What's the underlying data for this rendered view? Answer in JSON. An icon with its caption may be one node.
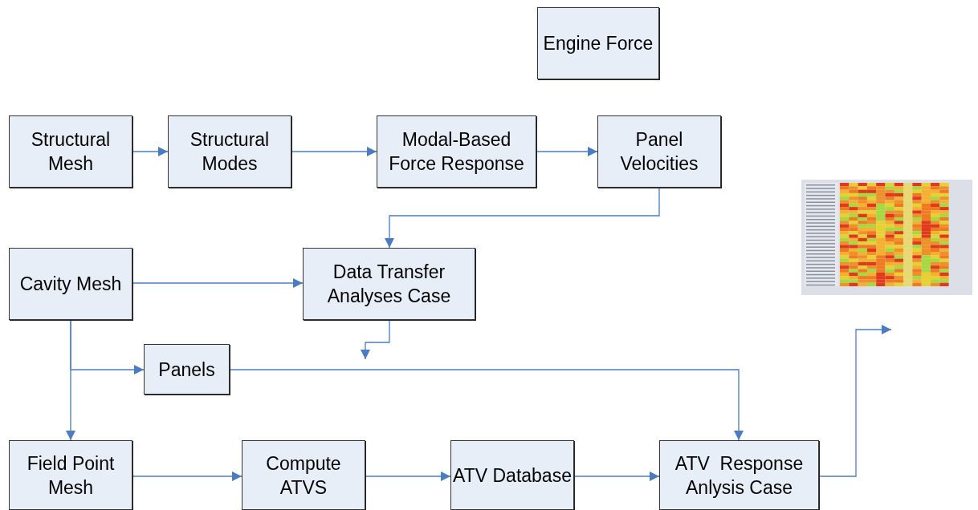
{
  "diagram": {
    "nodes": [
      {
        "text": [
          "Engine Force"
        ]
      },
      {
        "text": [
          "Structural Mesh"
        ]
      },
      {
        "text": [
          "Structural Modes"
        ]
      },
      {
        "text": [
          "Modal-Based Force Response"
        ]
      },
      {
        "text": [
          "Panel Velocities"
        ]
      },
      {
        "text": [],
        "shape": "picture"
      },
      {
        "text": [
          "Cavity Mesh"
        ]
      },
      {
        "text": [
          "Data Transfer Analyses Case"
        ]
      },
      {
        "text": [
          "Panels"
        ]
      },
      {
        "text": [
          "Field Point Mesh"
        ]
      },
      {
        "text": [
          "Compute ATVS"
        ]
      },
      {
        "text": [
          "ATV Database"
        ]
      },
      {
        "text": [
          "ATV  Response Anlysis Case"
        ]
      }
    ],
    "edges": [
      {
        "from": 1,
        "to": 2,
        "arrow": "to"
      },
      {
        "from": 2,
        "to": 3,
        "arrow": "to"
      },
      {
        "from": 3,
        "to": 4,
        "arrow": "to"
      },
      {
        "from": 4,
        "to": 7,
        "arrow": "to"
      },
      {
        "from": 6,
        "to": 7,
        "arrow": "to"
      },
      {
        "from": 7,
        "to": null,
        "arrow": "to"
      },
      {
        "from": 6,
        "to": 8,
        "arrow": "to"
      },
      {
        "from": 6,
        "to": 9,
        "arrow": "to"
      },
      {
        "from": 8,
        "to": 12,
        "arrow": "to"
      },
      {
        "from": 9,
        "to": 10,
        "arrow": "to"
      },
      {
        "from": 10,
        "to": 11,
        "arrow": "to"
      },
      {
        "from": 11,
        "to": 12,
        "arrow": "to"
      },
      {
        "from": 12,
        "to": null,
        "arrow": "to"
      }
    ]
  }
}
